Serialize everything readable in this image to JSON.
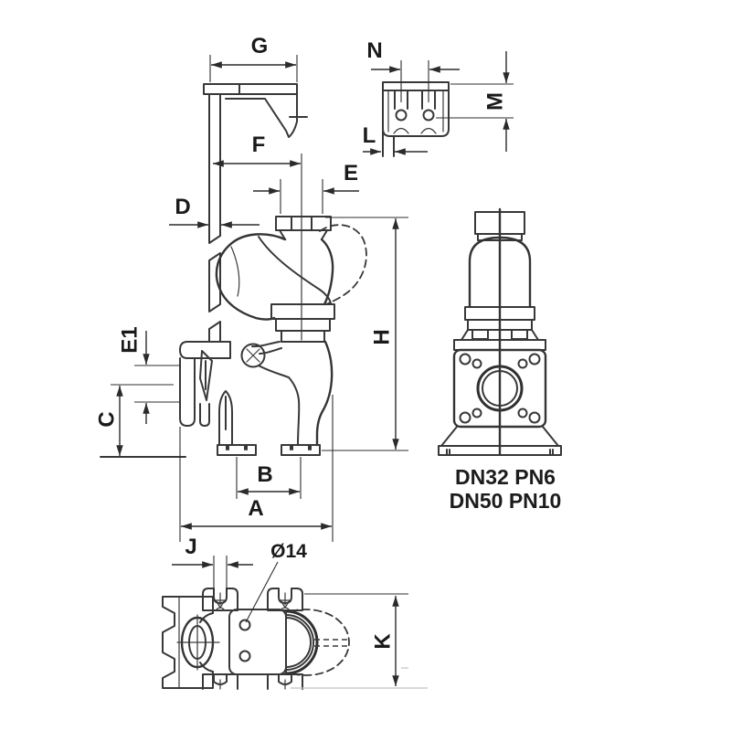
{
  "figure": {
    "type": "technical-drawing",
    "subject": "Wall-mounted pump installation drawing with front, side, bottom and bracket detail views"
  },
  "colors": {
    "background": "#ffffff",
    "line": "#383838",
    "dim_line": "#2b2b2b",
    "label": "#1a1a1a",
    "light_line": "#c4c4c4"
  },
  "dimensions": {
    "G": "G",
    "F": "F",
    "E": "E",
    "D": "D",
    "E1": "E1",
    "C": "C",
    "H": "H",
    "B": "B",
    "A": "A",
    "N": "N",
    "M": "M",
    "L": "L",
    "J": "J",
    "K": "K"
  },
  "annotations": {
    "hole_diameter": "Ø14",
    "flange_variants": [
      "DN32 PN6",
      "DN50 PN10"
    ]
  }
}
